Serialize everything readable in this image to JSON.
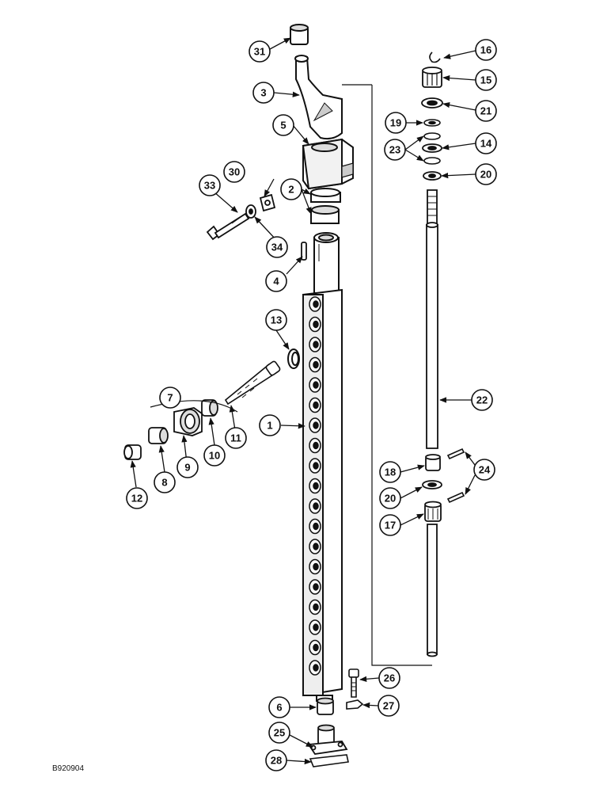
{
  "figure_code": "B920904",
  "callouts": [
    {
      "id": "1"
    },
    {
      "id": "2"
    },
    {
      "id": "3"
    },
    {
      "id": "4"
    },
    {
      "id": "5"
    },
    {
      "id": "6"
    },
    {
      "id": "7"
    },
    {
      "id": "8"
    },
    {
      "id": "9"
    },
    {
      "id": "10"
    },
    {
      "id": "11"
    },
    {
      "id": "12"
    },
    {
      "id": "13"
    },
    {
      "id": "14"
    },
    {
      "id": "15"
    },
    {
      "id": "16"
    },
    {
      "id": "17"
    },
    {
      "id": "18"
    },
    {
      "id": "19"
    },
    {
      "id": "20a"
    },
    {
      "id": "20b"
    },
    {
      "id": "21"
    },
    {
      "id": "22"
    },
    {
      "id": "23"
    },
    {
      "id": "24"
    },
    {
      "id": "25"
    },
    {
      "id": "26"
    },
    {
      "id": "27"
    },
    {
      "id": "28"
    },
    {
      "id": "30"
    },
    {
      "id": "31"
    },
    {
      "id": "33"
    },
    {
      "id": "34"
    }
  ],
  "labels": {
    "c1": "1",
    "c2": "2",
    "c3": "3",
    "c4": "4",
    "c5": "5",
    "c6": "6",
    "c7": "7",
    "c8": "8",
    "c9": "9",
    "c10": "10",
    "c11": "11",
    "c12": "12",
    "c13": "13",
    "c14": "14",
    "c15": "15",
    "c16": "16",
    "c17": "17",
    "c18": "18",
    "c19": "19",
    "c20a": "20",
    "c20b": "20",
    "c21": "21",
    "c22": "22",
    "c23": "23",
    "c24": "24",
    "c25": "25",
    "c26": "26",
    "c27": "27",
    "c28": "28",
    "c30": "30",
    "c31": "31",
    "c33": "33",
    "c34": "34"
  }
}
